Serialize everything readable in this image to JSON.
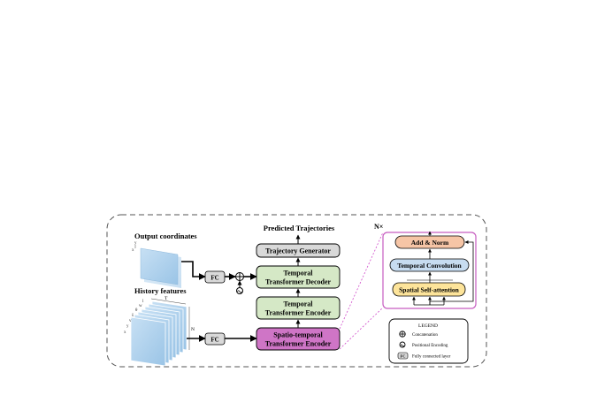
{
  "diagram": {
    "output_coordinates_label": "Output coordinates",
    "history_features_label": "History features",
    "predicted_trajectories_label": "Predicted Trajectories",
    "fc_label": "FC",
    "output_plane_axes": {
      "y": "y",
      "x": "x"
    },
    "history_stack": {
      "feature_letters": [
        "x",
        "y",
        "v",
        "ŝ",
        "θ",
        "w",
        "l"
      ],
      "time_label": "T",
      "agents_label": "N"
    },
    "blocks": {
      "trajectory_generator": "Trajectory Generator",
      "temporal_decoder": [
        "Temporal",
        "Transformer Decoder"
      ],
      "temporal_encoder": [
        "Temporal",
        "Transformer Encoder"
      ],
      "spatio_temporal_encoder": [
        "Spatio-temporal",
        "Transformer Encoder"
      ]
    },
    "detail": {
      "repeat_label": "N×",
      "add_norm": "Add & Norm",
      "temporal_convolution": "Temporal Convolution",
      "spatial_self_attention": "Spatial Self-attention"
    },
    "legend": {
      "title": "LEGEND",
      "items": [
        {
          "icon": "concatenation-icon",
          "label": "Concatenation"
        },
        {
          "icon": "positional-encoding-icon",
          "label": "Positional Encoding"
        },
        {
          "icon": "fc-layer-icon",
          "label": "Fully connected layer"
        }
      ]
    },
    "colors": {
      "plane_fill": "#a9cdeb",
      "block_green": "#d5e8c6",
      "block_gray": "#d9d9d9",
      "block_pink": "#cf75c6",
      "frame_magenta": "#c65cc0",
      "add_norm": "#f6c5a6",
      "temporal_conv": "#c7dcf0",
      "spatial_attn": "#fde49a"
    }
  }
}
